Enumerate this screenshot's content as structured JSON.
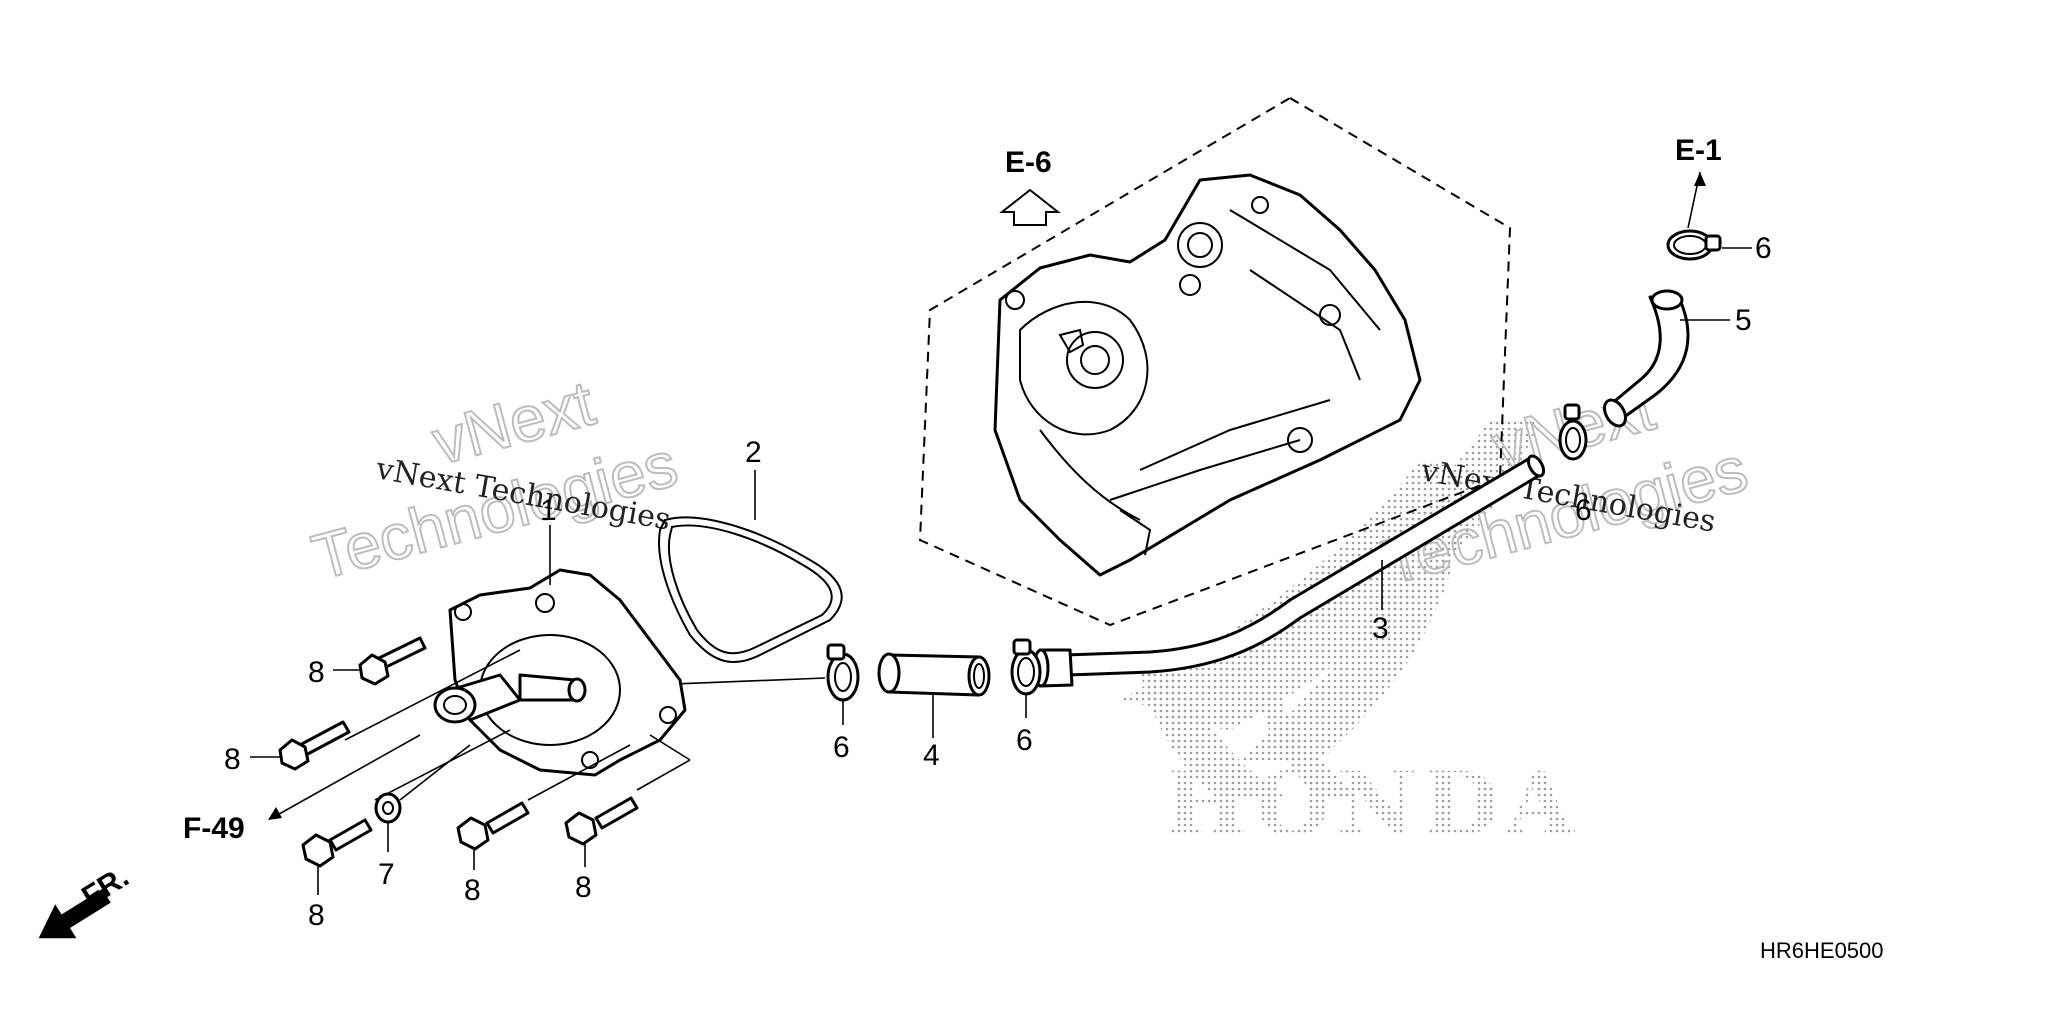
{
  "callouts": {
    "c1": "1",
    "c2": "2",
    "c3": "3",
    "c4": "4",
    "c5": "5",
    "c6a": "6",
    "c6b": "6",
    "c6c": "6",
    "c6d": "6",
    "c7": "7",
    "c8a": "8",
    "c8b": "8",
    "c8c": "8",
    "c8d": "8",
    "c8e": "8"
  },
  "references": {
    "e6": "E-6",
    "e1": "E-1",
    "f49": "F-49",
    "front": "FR."
  },
  "diagram_code": "HR6HE0500",
  "watermark": {
    "big_line1": "vNext",
    "big_line2": "Technologies",
    "small": "vNext Technologies"
  },
  "brand_text": "HONDA",
  "colors": {
    "line": "#000000",
    "watermark": "#bdbdbd",
    "dots": "#9e9e9e"
  },
  "icons": [
    "up-arrow-icon",
    "front-direction-arrow-icon",
    "honda-wing-logo-icon"
  ]
}
